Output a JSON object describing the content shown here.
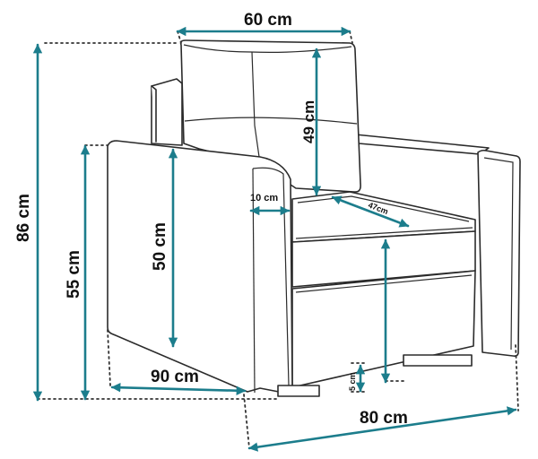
{
  "colors": {
    "accent": "#1c7d8c",
    "outline": "#2b2b2b",
    "guide": "#333333",
    "label": "#111111"
  },
  "dimensions": {
    "backrest_width": "60 cm",
    "total_height": "86 cm",
    "backrest_height": "49 cm",
    "armrest_height": "55 cm",
    "seat_height": "50 cm",
    "armrest_width": "10 cm",
    "seat_depth": "47cm",
    "total_depth": "90 cm",
    "leg_height": "5 cm",
    "total_width": "80 cm"
  }
}
